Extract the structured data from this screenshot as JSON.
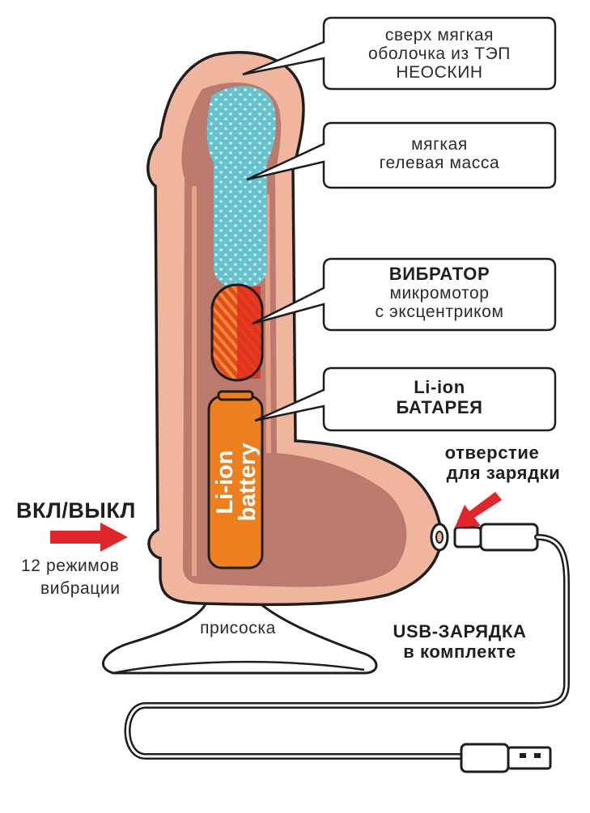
{
  "callouts": {
    "shell": {
      "line1": "сверх мягкая",
      "line2": "оболочка из ТЭП",
      "line3": "НЕОСКИН"
    },
    "gel": {
      "line1": "мягкая",
      "line2": "гелевая масса"
    },
    "vibrator": {
      "title": "ВИБРАТОР",
      "line1": "микромотор",
      "line2": "с эксцентриком"
    },
    "battery": {
      "line1": "Li-ion",
      "line2": "БАТАРЕЯ"
    }
  },
  "battery_text": {
    "line1": "Li-ion",
    "line2": "battery"
  },
  "charging_port": {
    "line1": "отверстие",
    "line2": "для зарядки"
  },
  "power": {
    "label": "ВКЛ/ВЫКЛ",
    "modes_line1": "12 режимов",
    "modes_line2": "вибрации"
  },
  "suction": {
    "label": "присоска"
  },
  "usb": {
    "line1": "USB-ЗАРЯДКА",
    "line2": "в комплекте"
  },
  "colors": {
    "skin_outer": "#EFB59D",
    "skin_mid": "#E9A68C",
    "core": "#BC7A6D",
    "gel": "#64C3CF",
    "motor": "#E02E1D",
    "motor_stripe": "#F07A2A",
    "battery": "#EE7F1E",
    "arrow": "#E0252B",
    "outline": "#1E1E1E"
  }
}
